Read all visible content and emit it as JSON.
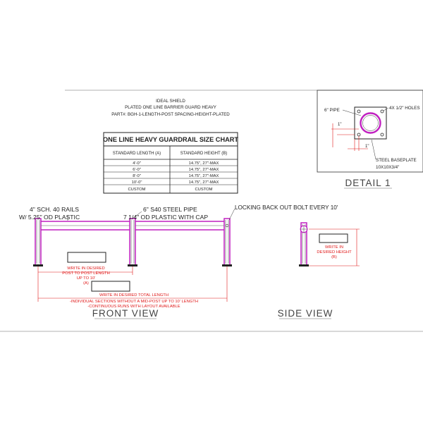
{
  "title": {
    "line1": "IDEAL SHIELD",
    "line2": "PLATED ONE LINE BARRIER GUARD HEAVY",
    "line3": "PART#: BGH-1-LENGTH-POST SPACING-HEIGHT-PLATED"
  },
  "size_chart": {
    "heading": "ONE LINE HEAVY GUARDRAIL SIZE CHART",
    "columns": [
      "STANDARD LENGTH (A)",
      "STANDARD HEIGHT (B)"
    ],
    "rows": [
      [
        "4'-0\"",
        "14.75\", 27\"-MAX"
      ],
      [
        "6'-0\"",
        "14.75\", 27\"-MAX"
      ],
      [
        "8'-0\"",
        "14.75\", 27\"-MAX"
      ],
      [
        "10'-0\"",
        "14.75\", 27\"-MAX"
      ],
      [
        "CUSTOM",
        "CUSTOM"
      ]
    ]
  },
  "detail": {
    "pipe_label": "6\" PIPE",
    "holes_label": "4X 1/2\" HOLES",
    "dim_1": "1\"",
    "dim_2": "1\"",
    "baseplate_line1": "STEEL BASEPLATE",
    "baseplate_line2": "10X10X3/4\"",
    "caption": "DETAIL 1"
  },
  "front_view": {
    "rails_line1": "4\" SCH. 40 RAILS",
    "rails_line2": "W/ 5.25\" OD PLASTIC",
    "pipe_line1": "6\" S40 STEEL PIPE",
    "pipe_line2": "7 1/4\" OD PLASTIC WITH CAP",
    "bolt_label": "LOCKING BACK OUT BOLT EVERY 10'",
    "spacing_line1": "WRITE IN DESIRED",
    "spacing_line2": "POST TO POST LENGTH",
    "spacing_line3": "UP TO 10'",
    "spacing_line4": "(A)",
    "total_line1": "WRITE IN DESIRED TOTAL LENGTH",
    "total_line2": "-INDIVIDUAL SECTIONS WITHOUT A MID-POST UP TO 10' LENGTH",
    "total_line3": "-CONTINUOUS RUNS WITH LAYOUT AVAILABLE",
    "caption": "FRONT VIEW"
  },
  "side_view": {
    "height_line1": "WRITE IN",
    "height_line2": "DESIRED HEIGHT",
    "height_line3": "(B)",
    "caption": "SIDE VIEW"
  },
  "colors": {
    "plastic": "#c020c0",
    "dimension": "#e01818",
    "line": "#333333"
  }
}
